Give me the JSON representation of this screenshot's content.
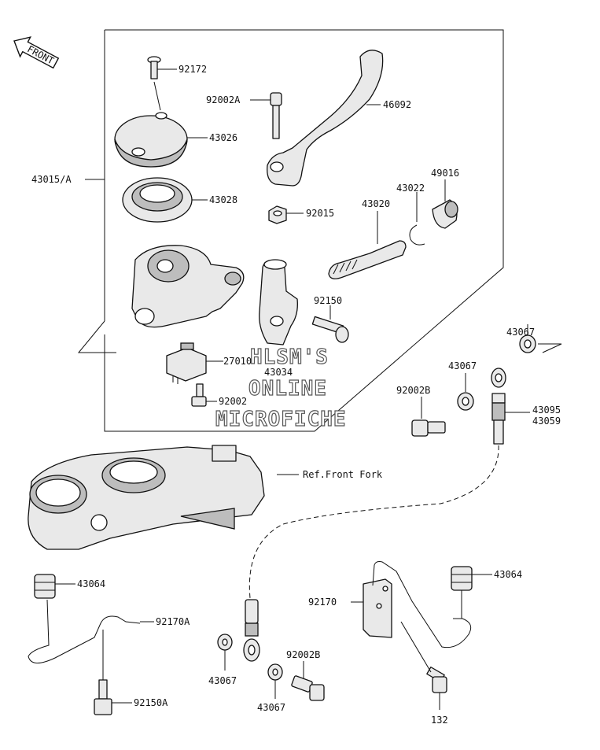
{
  "front_indicator": {
    "text": "FRONT"
  },
  "labels": {
    "p92172": "92172",
    "p92002A": "92002A",
    "p46092": "46092",
    "p43026": "43026",
    "p43015A": "43015/A",
    "p43028": "43028",
    "p92015": "92015",
    "p49016": "49016",
    "p43022": "43022",
    "p43020": "43020",
    "p92150": "92150",
    "p27010": "27010",
    "p43034": "43034",
    "p92002": "92002",
    "p43067_top": "43067",
    "p43067_mid": "43067",
    "p92002B_top": "92002B",
    "p43095": "43095",
    "p43059": "43059",
    "ref_front_fork": "Ref.Front Fork",
    "p43064_left": "43064",
    "p92170A": "92170A",
    "p92150A": "92150A",
    "p43064_right": "43064",
    "p92170": "92170",
    "p92002B_bottom": "92002B",
    "p43067_bl": "43067",
    "p43067_bm": "43067",
    "p132": "132"
  },
  "watermark": {
    "line1": "HLSM'S",
    "line2": "ONLINE",
    "line3": "MICROFICHE"
  }
}
